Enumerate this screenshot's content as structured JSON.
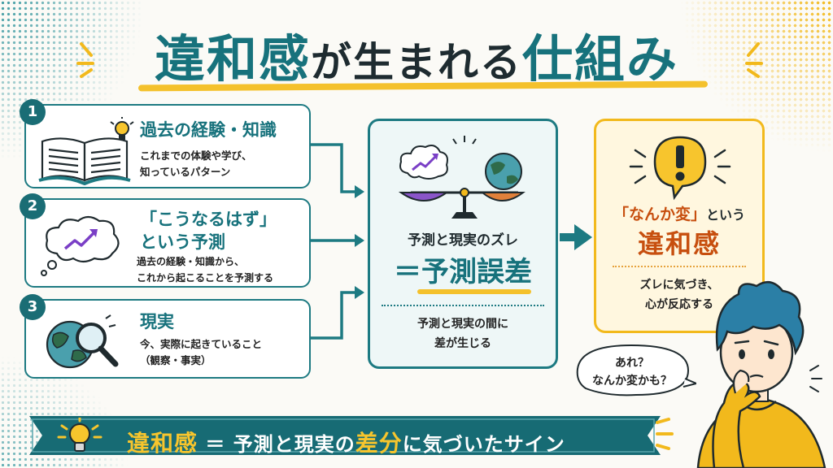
{
  "title": {
    "part1": "違和感",
    "part2": "が",
    "part3": "生まれる",
    "part4": "仕組み"
  },
  "steps": [
    {
      "num": "1",
      "heading": "過去の経験・知識",
      "desc": [
        "これまでの体験や学び、",
        "知っているパターン"
      ],
      "icon": "open-book-lightbulb-icon"
    },
    {
      "num": "2",
      "heading": [
        "「こうなるはず」",
        "という予測"
      ],
      "desc": [
        "過去の経験・知識から、",
        "これから起こることを予測する"
      ],
      "icon": "thought-cloud-chart-icon"
    },
    {
      "num": "3",
      "heading": "現実",
      "desc": [
        "今、実際に起きていること",
        "（観察・事実）"
      ],
      "icon": "globe-magnifier-icon"
    }
  ],
  "center": {
    "title": "予測と現実のズレ",
    "eq_sign": "＝",
    "eq_term": "予測誤差",
    "note": [
      "予測と現実の間に",
      "差が生じる"
    ],
    "icon": "balance-scale-icon"
  },
  "result": {
    "head_quote": "「なんか変」",
    "head_suffix": "という",
    "big": "違和感",
    "note": [
      "ズレに気づき、",
      "心が反応する"
    ],
    "icon": "exclamation-bubble-icon"
  },
  "bubble": {
    "lines": [
      "あれ？",
      "なんか変かも？"
    ]
  },
  "banner": {
    "part1": "違和感",
    "part2": " ＝ 予測と現実の",
    "part3": "差分",
    "part4": "に気づいたサイン",
    "icon": "lightbulb-icon"
  },
  "colors": {
    "teal": "#17727c",
    "yellow": "#f4c12c",
    "orange": "#c74f0f"
  }
}
